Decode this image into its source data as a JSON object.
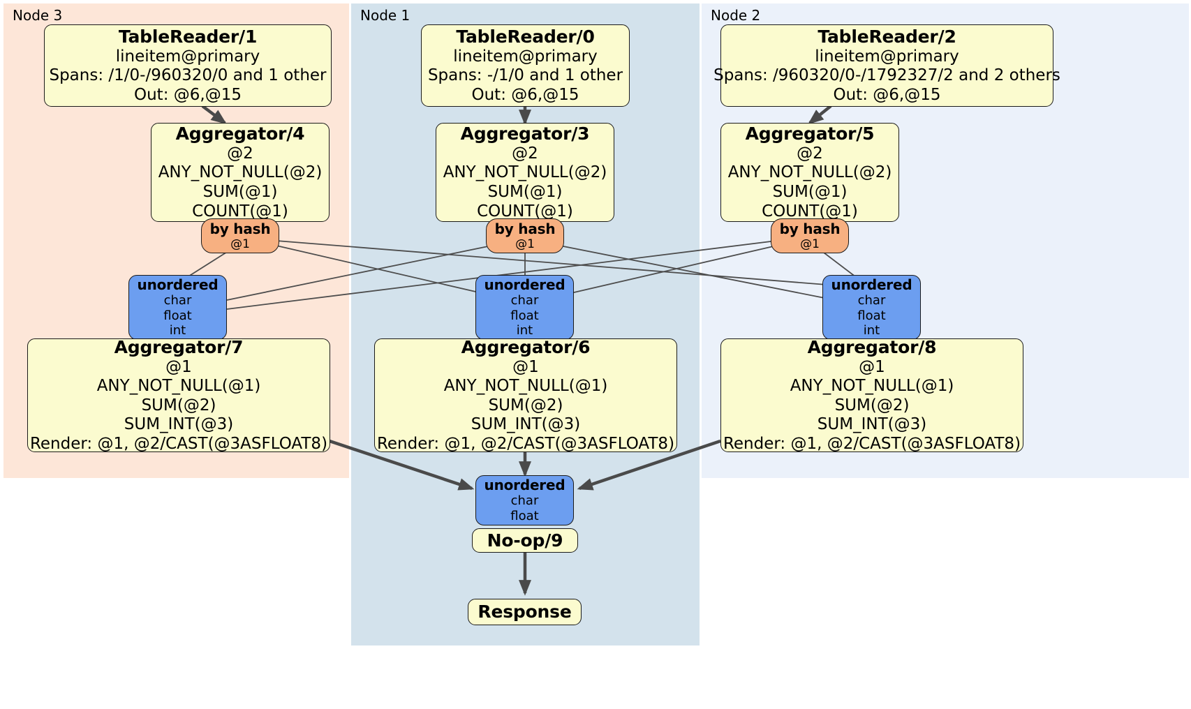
{
  "diagram": {
    "title": "Distributed query execution plan",
    "colors": {
      "node3_bg": "#fde6d8",
      "node1_bg": "#d3e2ec",
      "node2_bg": "#ebf1fa",
      "processor_box": "#fbfbcf",
      "router_box": "#f7b081",
      "synchronizer_box": "#6c9ef0",
      "edge": "#4d4d4d",
      "box_border": "#1a1a1a"
    }
  },
  "clusters": [
    {
      "id": "node3",
      "label": "Node 3"
    },
    {
      "id": "node1",
      "label": "Node 1"
    },
    {
      "id": "node2",
      "label": "Node 2"
    }
  ],
  "nodes": {
    "tablereader1": {
      "title": "TableReader/1",
      "lines": [
        "lineitem@primary",
        "Spans: /1/0-/960320/0 and 1 other",
        "Out: @6,@15"
      ]
    },
    "tablereader0": {
      "title": "TableReader/0",
      "lines": [
        "lineitem@primary",
        "Spans: -/1/0 and 1 other",
        "Out: @6,@15"
      ]
    },
    "tablereader2": {
      "title": "TableReader/2",
      "lines": [
        "lineitem@primary",
        "Spans: /960320/0-/1792327/2 and 2 others",
        "Out: @6,@15"
      ]
    },
    "aggregator4": {
      "title": "Aggregator/4",
      "lines": [
        "@2",
        "ANY_NOT_NULL(@2)",
        "SUM(@1)",
        "COUNT(@1)"
      ]
    },
    "aggregator3": {
      "title": "Aggregator/3",
      "lines": [
        "@2",
        "ANY_NOT_NULL(@2)",
        "SUM(@1)",
        "COUNT(@1)"
      ]
    },
    "aggregator5": {
      "title": "Aggregator/5",
      "lines": [
        "@2",
        "ANY_NOT_NULL(@2)",
        "SUM(@1)",
        "COUNT(@1)"
      ]
    },
    "byhash_left": {
      "title": "by hash",
      "lines": [
        "@1"
      ]
    },
    "byhash_center": {
      "title": "by hash",
      "lines": [
        "@1"
      ]
    },
    "byhash_right": {
      "title": "by hash",
      "lines": [
        "@1"
      ]
    },
    "unordered_left": {
      "title": "unordered",
      "lines": [
        "char",
        "float",
        "int"
      ]
    },
    "unordered_center": {
      "title": "unordered",
      "lines": [
        "char",
        "float",
        "int"
      ]
    },
    "unordered_right": {
      "title": "unordered",
      "lines": [
        "char",
        "float",
        "int"
      ]
    },
    "aggregator7": {
      "title": "Aggregator/7",
      "lines": [
        "@1",
        "ANY_NOT_NULL(@1)",
        "SUM(@2)",
        "SUM_INT(@3)",
        "Render: @1, @2/CAST(@3ASFLOAT8)"
      ]
    },
    "aggregator6": {
      "title": "Aggregator/6",
      "lines": [
        "@1",
        "ANY_NOT_NULL(@1)",
        "SUM(@2)",
        "SUM_INT(@3)",
        "Render: @1, @2/CAST(@3ASFLOAT8)"
      ]
    },
    "aggregator8": {
      "title": "Aggregator/8",
      "lines": [
        "@1",
        "ANY_NOT_NULL(@1)",
        "SUM(@2)",
        "SUM_INT(@3)",
        "Render: @1, @2/CAST(@3ASFLOAT8)"
      ]
    },
    "unordered_final": {
      "title": "unordered",
      "lines": [
        "char",
        "float"
      ]
    },
    "noop9": {
      "title": "No-op/9",
      "lines": []
    },
    "response": {
      "title": "Response",
      "lines": []
    }
  }
}
